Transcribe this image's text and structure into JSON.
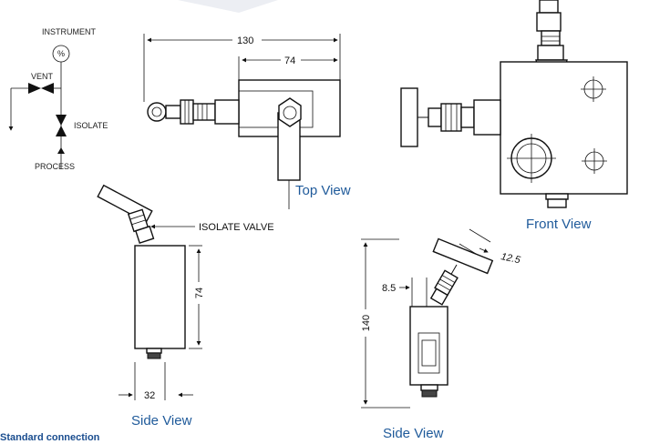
{
  "schematic": {
    "instrument": "INSTRUMENT",
    "gauge_symbol": "%",
    "vent": "VENT",
    "isolate": "ISOLATE",
    "process": "PROCESS"
  },
  "top_view": {
    "overall": "130",
    "body": "74",
    "caption": "Top View"
  },
  "front_view": {
    "caption": "Front View"
  },
  "side_view_left": {
    "callout": "ISOLATE VALVE",
    "height": "74",
    "width": "32",
    "caption": "Side View"
  },
  "side_view_right": {
    "height": "140",
    "offset_a": "8.5",
    "offset_b": "12.5",
    "caption": "Side View"
  },
  "footer": {
    "title": "Standard connection"
  },
  "colors": {
    "caption": "#1f5a9a",
    "footer": "#1a4d8f",
    "lines": "#111111"
  }
}
